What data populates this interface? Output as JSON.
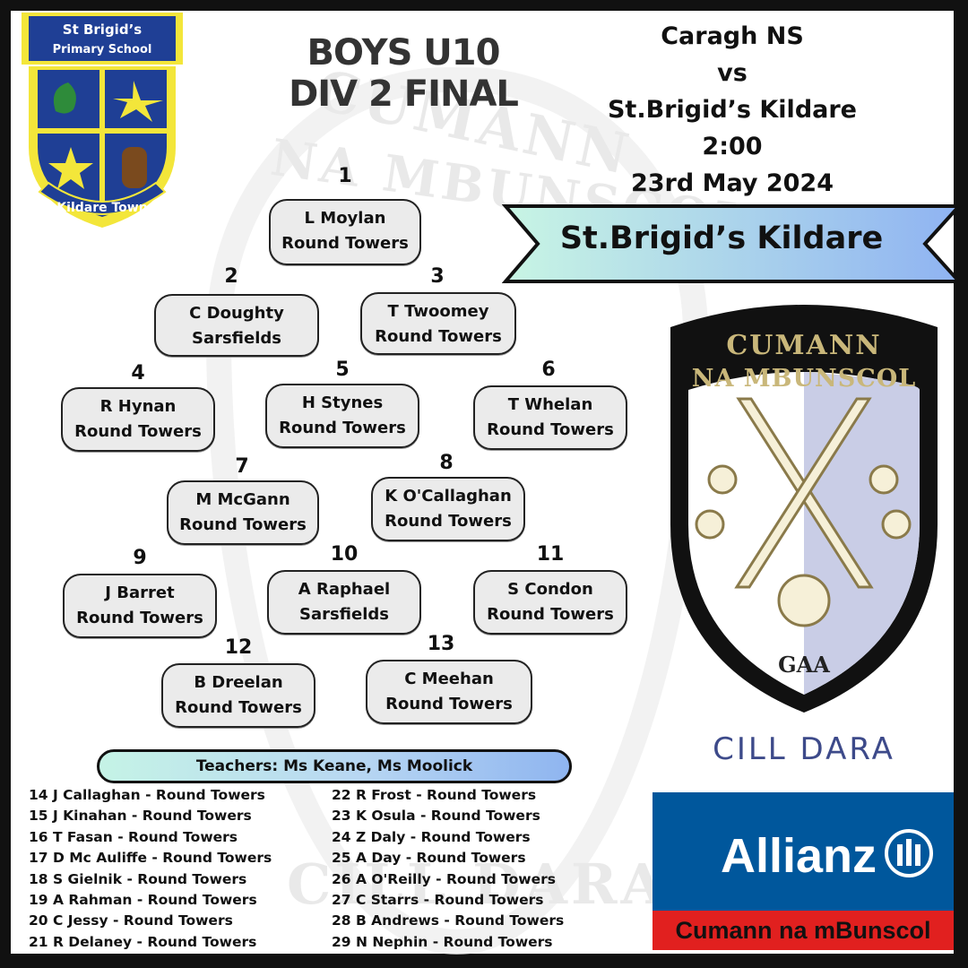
{
  "title": {
    "line1": "BOYS U10",
    "line2": "DIV 2 FINAL"
  },
  "match": {
    "home": "Caragh NS",
    "vs": "vs",
    "away": "St.Brigid’s Kildare",
    "time": "2:00",
    "date": "23rd May 2024"
  },
  "team_banner": "St.Brigid’s Kildare",
  "crest": {
    "top": "St Brigid’s",
    "middle": "Primary School",
    "bottom": "Kildare Town"
  },
  "watermark": {
    "top": "CUMANN",
    "middle": "NA MBUNSCOL",
    "bottom": "CILL DARA"
  },
  "players": [
    {
      "number": "1",
      "name": "L Moylan",
      "club": "Round Towers"
    },
    {
      "number": "2",
      "name": "C Doughty",
      "club": "Sarsfields"
    },
    {
      "number": "3",
      "name": "T Twoomey",
      "club": "Round Towers"
    },
    {
      "number": "4",
      "name": "R Hynan",
      "club": "Round Towers"
    },
    {
      "number": "5",
      "name": "H Stynes",
      "club": "Round Towers"
    },
    {
      "number": "6",
      "name": "T Whelan",
      "club": "Round Towers"
    },
    {
      "number": "7",
      "name": "M McGann",
      "club": "Round Towers"
    },
    {
      "number": "8",
      "name": "K O'Callaghan",
      "club": "Round Towers"
    },
    {
      "number": "9",
      "name": "J Barret",
      "club": "Round Towers"
    },
    {
      "number": "10",
      "name": "A Raphael",
      "club": "Sarsfields"
    },
    {
      "number": "11",
      "name": "S Condon",
      "club": "Round Towers"
    },
    {
      "number": "12",
      "name": "B Dreelan",
      "club": "Round Towers"
    },
    {
      "number": "13",
      "name": "C Meehan",
      "club": "Round Towers"
    }
  ],
  "teachers": "Teachers:  Ms Keane, Ms Moolick",
  "subs_left": [
    "14 J Callaghan  - Round Towers",
    "15 J Kinahan  - Round Towers",
    "16 T Fasan  - Round Towers",
    "17 D Mc Auliffe  - Round Towers",
    "18 S Gielnik  - Round Towers",
    "19 A Rahman  - Round Towers",
    "20 C Jessy  - Round Towers",
    "21 R Delaney  - Round Towers"
  ],
  "subs_right": [
    "22 R Frost  - Round Towers",
    "23 K Osula  - Round Towers",
    "24 Z Daly  - Round Towers",
    "25 A Day  - Round Towers",
    "26 A O'Reilly  - Round Towers",
    "27 C Starrs  - Round Towers",
    "28 B Andrews - Round Towers",
    "29 N Nephin  - Round Towers"
  ],
  "cnb_logo": {
    "top": "CUMANN",
    "middle": "NA MBUNSCOL",
    "gaa": "GAA",
    "county": "CILL DARA"
  },
  "sponsor": {
    "name": "Allianz",
    "tagline": "Cumann na mBunscol"
  }
}
